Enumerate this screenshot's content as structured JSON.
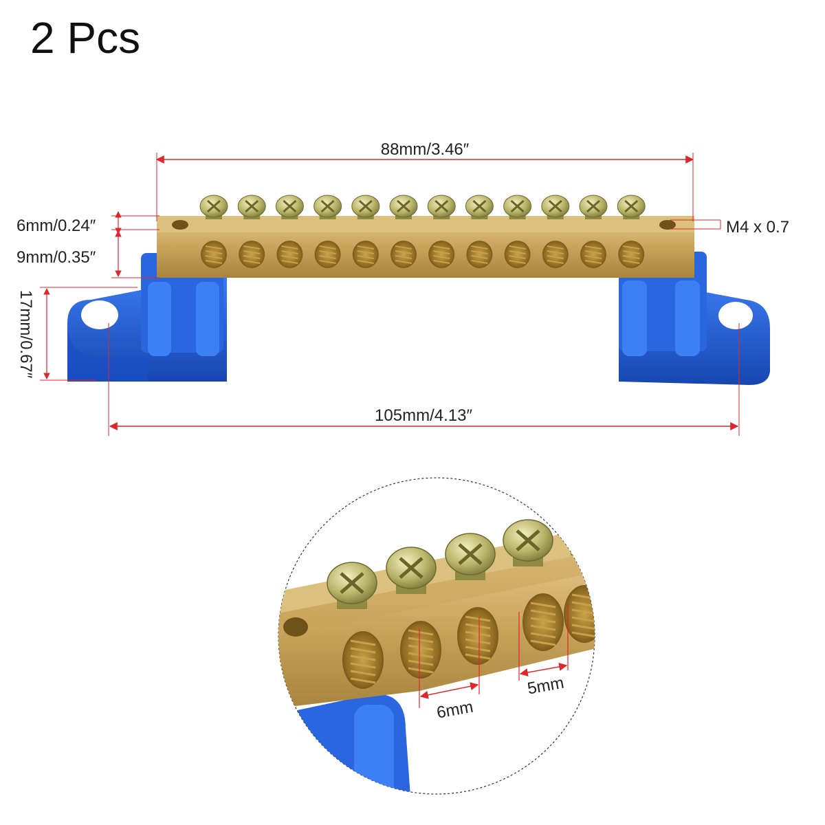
{
  "heading": "2 Pcs",
  "colors": {
    "dimension_line": "#e0262b",
    "brass": "#c9a35a",
    "brass_dark": "#9a7a3a",
    "plastic_blue": "#1f5fd6",
    "screw": "#c8c27a"
  },
  "dimensions": {
    "length_bar": "88mm/3.46″",
    "thread": "M4 x 0.7",
    "hole_offset": "6mm/0.24″",
    "bar_height": "9mm/0.35″",
    "base_height": "17mm/0.67″",
    "mount_spacing": "105mm/4.13″",
    "hole_dia_large": "6mm",
    "hole_dia_small": "5mm"
  },
  "icons": {
    "product": "brass-terminal-bar-icon",
    "detail": "magnified-detail-icon"
  },
  "terminal_count": 12
}
